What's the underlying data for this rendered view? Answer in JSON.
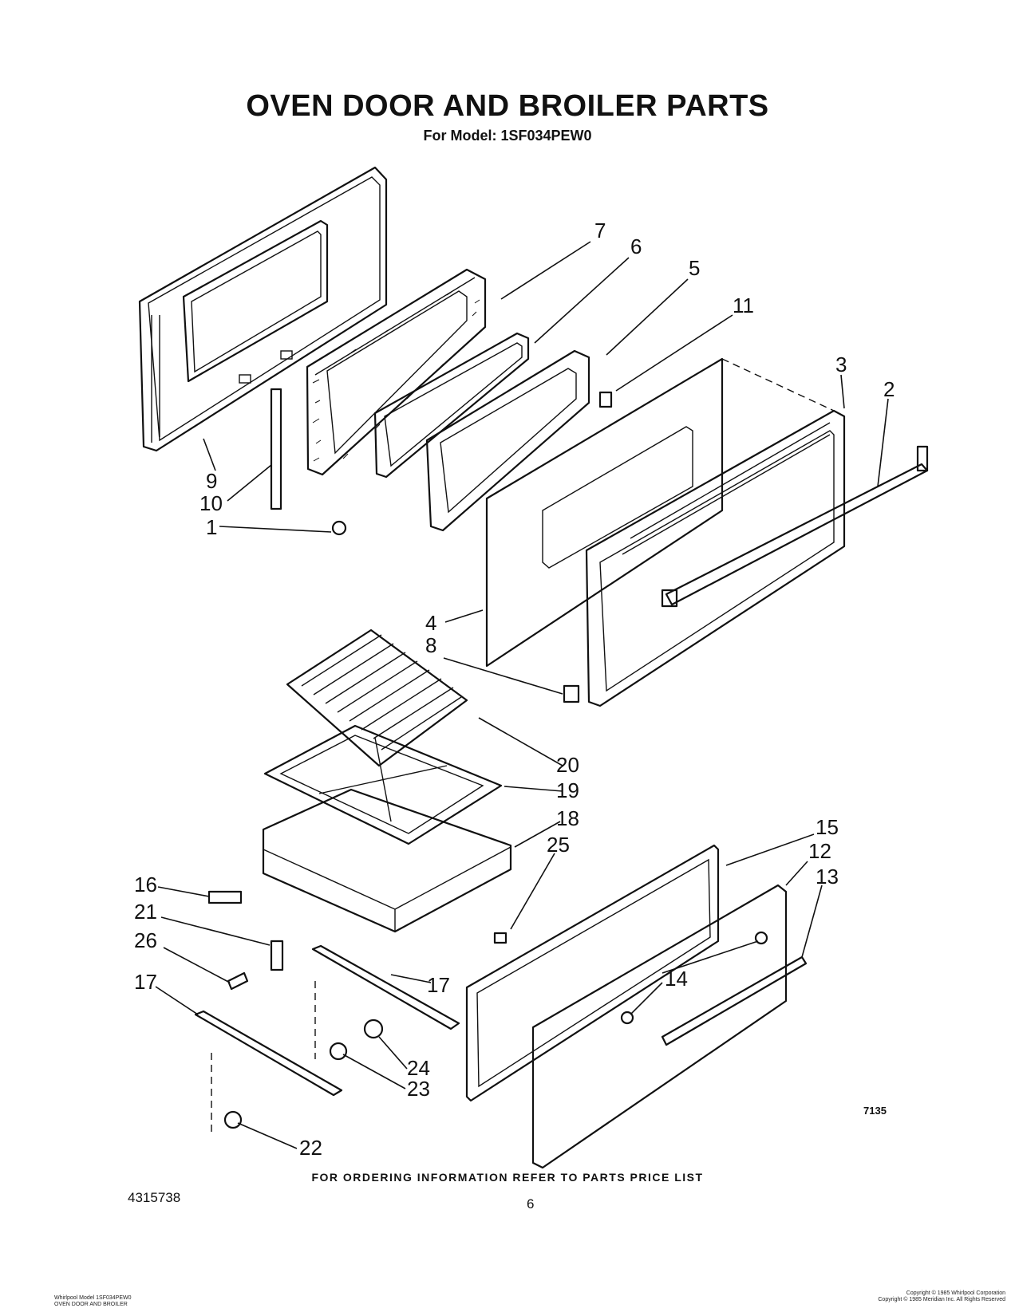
{
  "header": {
    "title": "OVEN DOOR AND BROILER PARTS",
    "subtitle": "For Model: 1SF034PEW0"
  },
  "diagram": {
    "callouts": [
      {
        "id": "c7",
        "label": "7"
      },
      {
        "id": "c6",
        "label": "6"
      },
      {
        "id": "c5",
        "label": "5"
      },
      {
        "id": "c11",
        "label": "11"
      },
      {
        "id": "c3",
        "label": "3"
      },
      {
        "id": "c2",
        "label": "2"
      },
      {
        "id": "c9",
        "label": "9"
      },
      {
        "id": "c10",
        "label": "10"
      },
      {
        "id": "c1",
        "label": "1"
      },
      {
        "id": "c4",
        "label": "4"
      },
      {
        "id": "c8",
        "label": "8"
      },
      {
        "id": "c20",
        "label": "20"
      },
      {
        "id": "c19",
        "label": "19"
      },
      {
        "id": "c18",
        "label": "18"
      },
      {
        "id": "c25",
        "label": "25"
      },
      {
        "id": "c15",
        "label": "15"
      },
      {
        "id": "c12",
        "label": "12"
      },
      {
        "id": "c13",
        "label": "13"
      },
      {
        "id": "c16",
        "label": "16"
      },
      {
        "id": "c21",
        "label": "21"
      },
      {
        "id": "c26",
        "label": "26"
      },
      {
        "id": "c17a",
        "label": "17"
      },
      {
        "id": "c17b",
        "label": "17"
      },
      {
        "id": "c14",
        "label": "14"
      },
      {
        "id": "c24",
        "label": "24"
      },
      {
        "id": "c23",
        "label": "23"
      },
      {
        "id": "c22",
        "label": "22"
      }
    ],
    "drawing_code": "7135"
  },
  "footer": {
    "ordering_note": "FOR ORDERING INFORMATION REFER TO PARTS PRICE LIST",
    "doc_number": "4315738",
    "page_number": "6",
    "left_fine_print": [
      "Whirlpool Model 1SF034PEW0",
      "OVEN DOOR AND BROILER"
    ],
    "right_fine_print": [
      "Copyright © 1985 Whirlpool Corporation",
      "Copyright © 1985 Meridian Inc. All Rights Reserved"
    ]
  }
}
